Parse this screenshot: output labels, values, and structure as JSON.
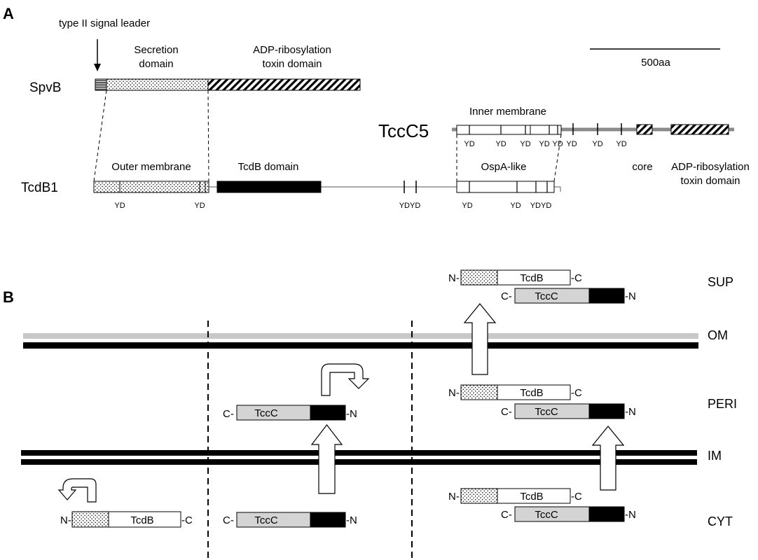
{
  "panel_a": {
    "label": "A",
    "signal_leader": "type II signal leader",
    "secretion_domain": [
      "Secretion",
      "domain"
    ],
    "adp_domain": [
      "ADP-ribosylation",
      "toxin domain"
    ],
    "scale_label": "500aa",
    "spvb": "SpvB",
    "tccc5": "TccC5",
    "tcdb1": "TcdB1",
    "inner_membrane": "Inner membrane",
    "outer_membrane": "Outer membrane",
    "tcdb_domain": "TcdB domain",
    "ospa_like": "OspA-like",
    "core": "core",
    "adp_domain_right": [
      "ADP-ribosylation",
      "toxin domain"
    ],
    "yd": "YD",
    "ydyd": "YDYD",
    "tccc5_yd_labels": [
      "YD",
      "YD",
      "YD",
      "YD",
      "YD",
      "YD",
      "YD",
      "YD"
    ],
    "tcdb1_yd_labels": [
      "YD",
      "YD",
      "YDYD",
      "YD",
      "YD",
      "YDYD"
    ]
  },
  "panel_b": {
    "label": "B",
    "compartments": [
      "SUP",
      "OM",
      "PERI",
      "IM",
      "CYT"
    ],
    "tcdb": "TcdB",
    "tccc": "TccC",
    "n": "N-",
    "c_end": "-C",
    "c_start": "C-",
    "n_end": "-N"
  },
  "colors": {
    "black": "#000000",
    "grey_fill": "#d4d4d4",
    "om_light": "#c8c8c8",
    "axis_grey": "#7f7f7f"
  }
}
